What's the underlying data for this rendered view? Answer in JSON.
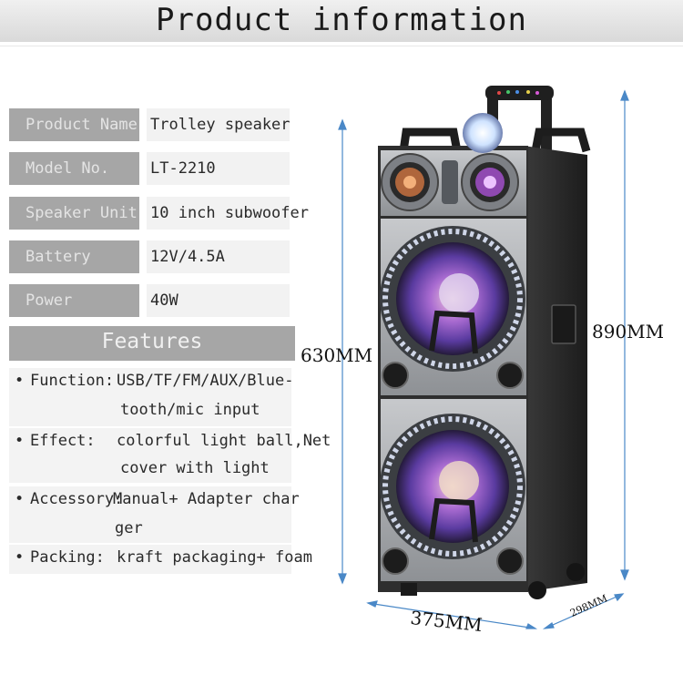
{
  "title": "Product information",
  "specs": [
    {
      "label": "Product Name",
      "value": "Trolley speaker"
    },
    {
      "label": "Model No.",
      "value": "LT-2210"
    },
    {
      "label": "Speaker Unit",
      "value": "10 inch subwoofer"
    },
    {
      "label": "Battery",
      "value": "12V/4.5A"
    },
    {
      "label": "Power",
      "value": "40W"
    }
  ],
  "features": {
    "heading": "Features",
    "items": [
      {
        "key": "Function:",
        "line1": "USB/TF/FM/AUX/Blue-",
        "line2": "tooth/mic input"
      },
      {
        "key": "Effect:",
        "line1": "colorful light ball,Net",
        "line2": "cover with light"
      },
      {
        "key": "Accessory:",
        "line1": "Manual+ Adapter char",
        "line2": "ger"
      },
      {
        "key": "Packing:",
        "line1": "kraft packaging+ foam"
      }
    ]
  },
  "dimensions": {
    "height_body": "630MM",
    "height_total": "890MM",
    "width": "375MM",
    "depth": "298MM"
  },
  "colors": {
    "label_bg": "#a6a6a6",
    "value_bg": "#f2f2f2",
    "dimension_line": "#4a88c7",
    "speaker_body": "#2c2c2c",
    "panel_silver": "#a9acb0"
  }
}
